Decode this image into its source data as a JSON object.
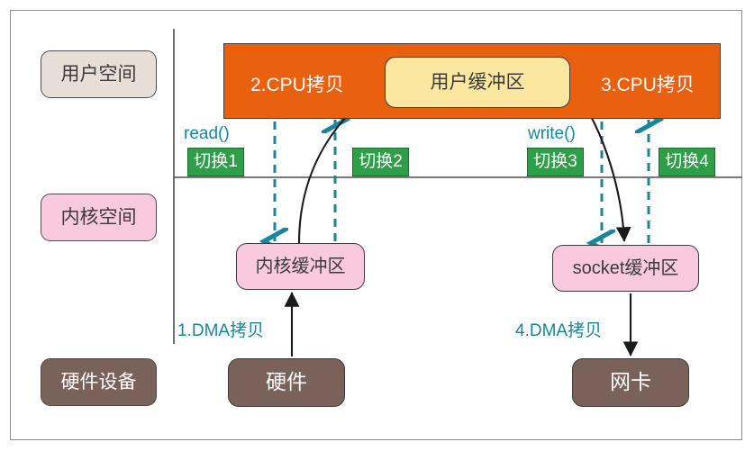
{
  "diagram": {
    "title": "traditional-io-copy-flow",
    "legend": {
      "user_space": "用户空间",
      "kernel_space": "内核空间",
      "hardware_device": "硬件设备"
    },
    "bands": {
      "user_band_left_label": "2.CPU拷贝",
      "user_band_right_label": "3.CPU拷贝"
    },
    "buffers": {
      "user_buffer": "用户缓冲区",
      "kernel_buffer": "内核缓冲区",
      "socket_buffer": "socket缓冲区"
    },
    "hardware": {
      "disk": "硬件",
      "nic": "网卡"
    },
    "switches": [
      {
        "label": "切换1"
      },
      {
        "label": "切换2"
      },
      {
        "label": "切换3"
      },
      {
        "label": "切换4"
      }
    ],
    "syscalls": {
      "read": "read()",
      "write": "write()"
    },
    "dma": {
      "step1": "1.DMA拷贝",
      "step4": "4.DMA拷贝"
    },
    "colors": {
      "user_band": "#e9600f",
      "user_buffer": "#fbe79f",
      "kernel_buffer": "#f9c9dd",
      "hardware": "#7a625a",
      "switch_box": "#2f9e48",
      "annotation": "#17869a",
      "legend_user": "#e8ded8",
      "frame_border": "#8c8c8c",
      "arrow_black": "#1a1a1a"
    }
  }
}
